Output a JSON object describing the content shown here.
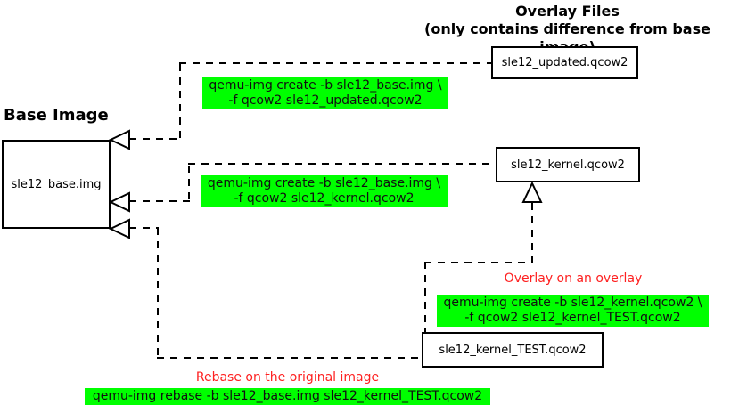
{
  "title": {
    "line1": "Overlay Files",
    "line2": "(only contains difference from base image)"
  },
  "base_image": {
    "heading": "Base Image",
    "file": "sle12_base.img"
  },
  "overlay_boxes": {
    "updated": "sle12_updated.qcow2",
    "kernel": "sle12_kernel.qcow2",
    "kernel_test": "sle12_kernel_TEST.qcow2"
  },
  "commands": {
    "create_updated": {
      "line1": "qemu-img create -b sle12_base.img \\",
      "line2": "-f qcow2 sle12_updated.qcow2"
    },
    "create_kernel": {
      "line1": "qemu-img create -b sle12_base.img \\",
      "line2": "-f qcow2 sle12_kernel.qcow2"
    },
    "create_kernel_test": {
      "line1": "qemu-img create -b sle12_kernel.qcow2 \\",
      "line2": "-f qcow2 sle12_kernel_TEST.qcow2"
    },
    "rebase": {
      "line1": "qemu-img rebase -b sle12_base.img sle12_kernel_TEST.qcow2"
    }
  },
  "annotations": {
    "overlay_on_overlay": "Overlay on an overlay",
    "rebase_note": "Rebase on the original image"
  },
  "colors": {
    "command_highlight": "#00ff00",
    "annotation_red": "#fe2020",
    "line_color": "#000000"
  }
}
